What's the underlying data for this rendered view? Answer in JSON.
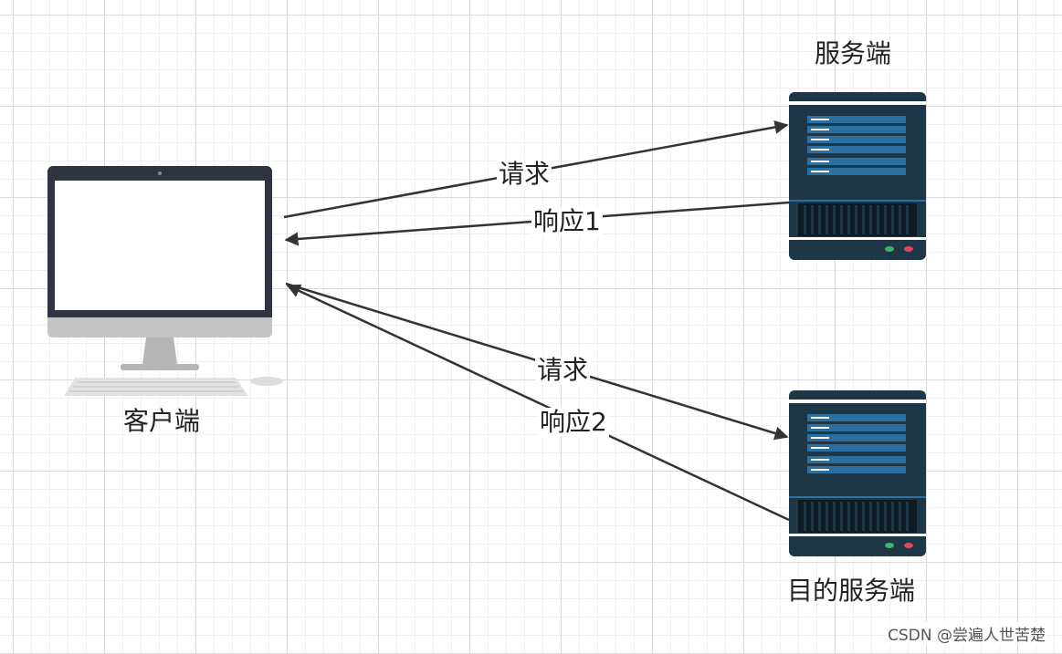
{
  "nodes": {
    "client": {
      "label": "客户端"
    },
    "server": {
      "label": "服务端"
    },
    "target_server": {
      "label": "目的服务端"
    }
  },
  "edges": {
    "request1": {
      "label": "请求"
    },
    "response1": {
      "label": "响应1"
    },
    "request2": {
      "label": "请求"
    },
    "response2": {
      "label": "响应2"
    }
  },
  "watermark": "CSDN @尝遍人世苦楚",
  "colors": {
    "server_body": "#1e3746",
    "server_stripe": "#2b6ea0",
    "edge": "#333333",
    "monitor_frame": "#2f3440",
    "monitor_stand": "#b5b5b5"
  }
}
